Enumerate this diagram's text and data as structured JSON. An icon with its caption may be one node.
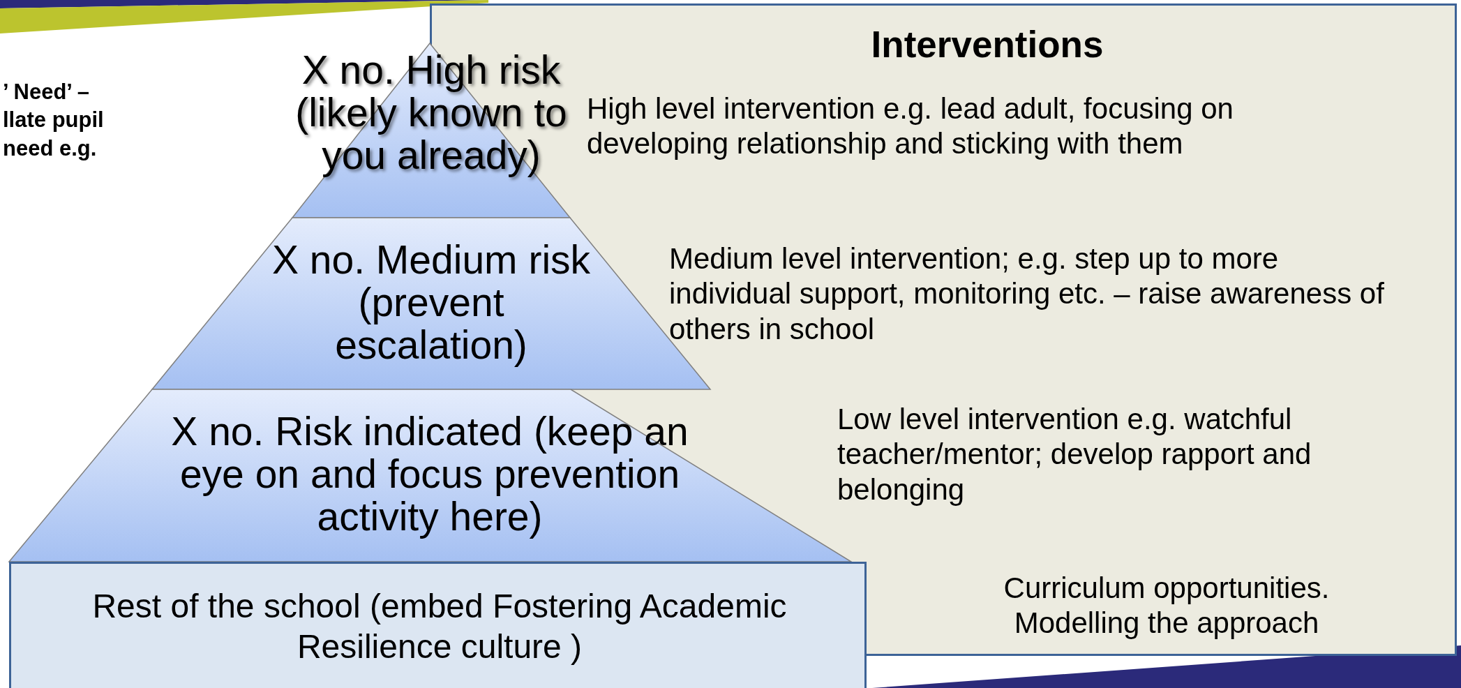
{
  "diagram": {
    "nodes": [
      {
        "text": [
          "Interventions",
          "High level intervention e.g. lead adult, focusing on developing relationship and sticking with them",
          "Medium level intervention; e.g. step up to more individual support, monitoring etc. – raise awareness of others in school",
          "Low level intervention e.g. watchful teacher/mentor; develop rapport and belonging",
          "Curriculum opportunities. Modelling the approach"
        ]
      },
      {
        "text": [
          "X no. High risk (likely known to you already)"
        ]
      },
      {
        "text": [
          "X no. Medium risk (prevent escalation)"
        ]
      },
      {
        "text": [
          "X no. Risk indicated (keep an eye on and focus prevention activity here)"
        ]
      },
      {
        "text": [
          "Rest of the school (embed Fostering Academic Resilience culture )"
        ]
      }
    ],
    "edges": [],
    "labels": [
      "’ Need’ – llate pupil need e.g."
    ]
  }
}
